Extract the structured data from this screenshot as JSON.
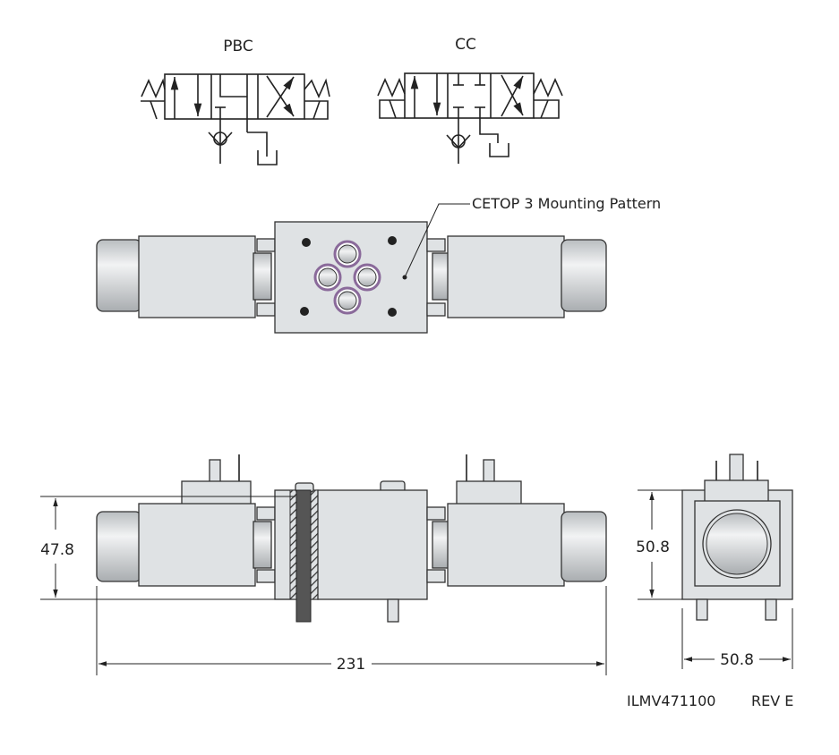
{
  "symbols": {
    "left_label": "PBC",
    "right_label": "CC"
  },
  "top_view": {
    "callout": "CETOP 3 Mounting Pattern"
  },
  "side_view": {
    "height_dim": "47.8",
    "length_dim": "231"
  },
  "end_view": {
    "height_dim": "50.8",
    "width_dim": "50.8"
  },
  "title_block": {
    "drawing_number": "ILMV471100",
    "revision": "REV E"
  },
  "colors": {
    "part_fill": "#dfe2e4",
    "port_ring": "#8a6a9a",
    "line": "#222222"
  }
}
